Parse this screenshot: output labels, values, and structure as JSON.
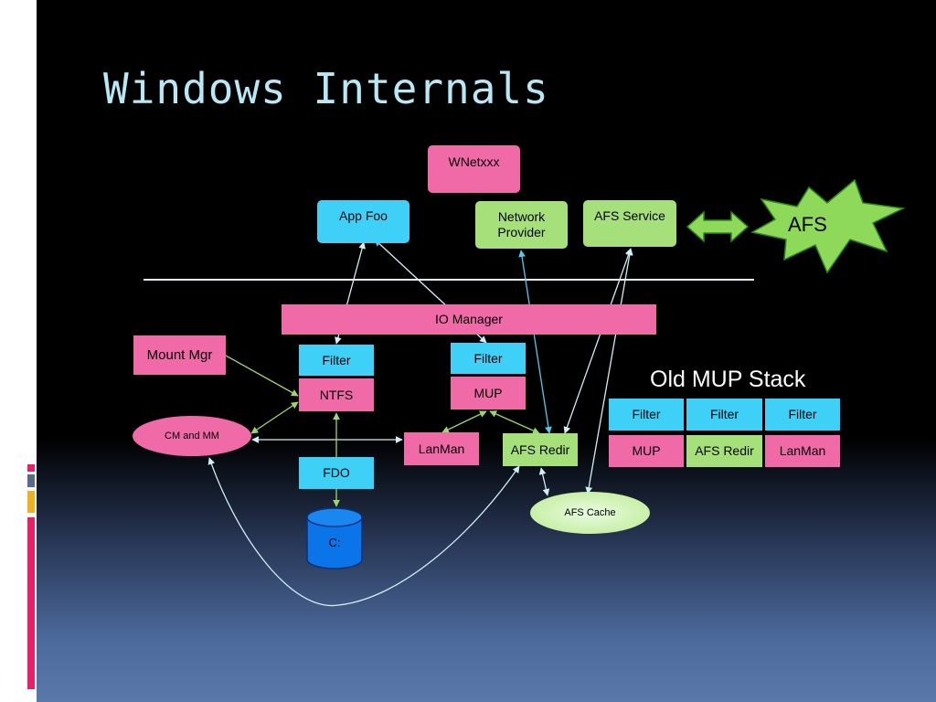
{
  "slide": {
    "title": "Windows Internals",
    "old_stack_label": "Old MUP Stack",
    "afs_label": "AFS"
  },
  "nodes": {
    "wnetxxx": "WNetxxx",
    "app_foo": "App Foo",
    "network_provider": "Network Provider",
    "afs_service": "AFS Service",
    "io_manager": "IO Manager",
    "mount_mgr": "Mount Mgr",
    "filter_ntfs": "Filter",
    "ntfs": "NTFS",
    "filter_mup": "Filter",
    "mup": "MUP",
    "cm_mm": "CM and MM",
    "lanman": "LanMan",
    "afs_redir": "AFS Redir",
    "fdo": "FDO",
    "disk": "C:",
    "afs_cache": "AFS Cache"
  },
  "old_stack": {
    "filters": [
      "Filter",
      "Filter",
      "Filter"
    ],
    "components": [
      "MUP",
      "AFS Redir",
      "LanMan"
    ]
  },
  "colors": {
    "pink": "#f06aa8",
    "blue": "#3fd0f8",
    "green": "#a6e07a",
    "title": "#b8e8f6"
  }
}
